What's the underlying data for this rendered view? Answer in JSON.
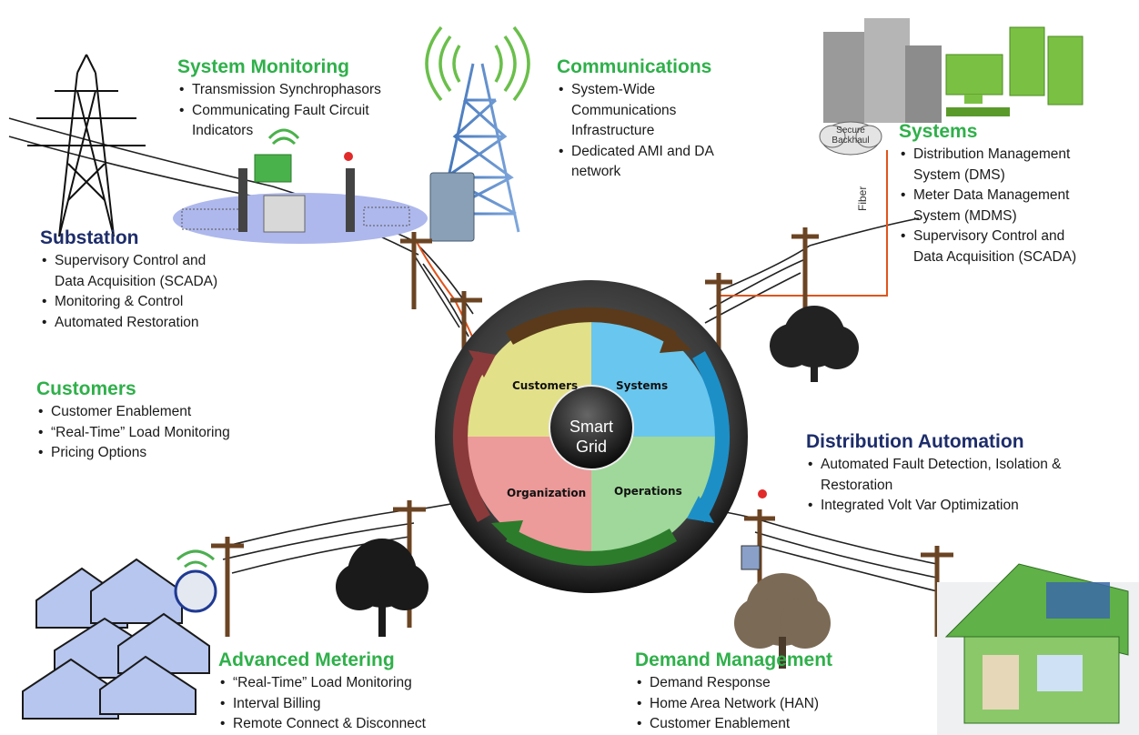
{
  "hub": {
    "center_line1": "Smart",
    "center_line2": "Grid",
    "quadrants": [
      "Customers",
      "Systems",
      "Organization",
      "Operations"
    ]
  },
  "labels": {
    "secure_backhaul": "Secure Backhaul",
    "fiber": "Fiber"
  },
  "sections": {
    "system_monitoring": {
      "title": "System Monitoring",
      "items": [
        "Transmission Synchrophasors",
        "Communicating Fault Circuit",
        "Indicators"
      ]
    },
    "communications": {
      "title": "Communications",
      "items": [
        "System-Wide",
        "Communications",
        "Infrastructure",
        "Dedicated AMI and DA",
        "network"
      ]
    },
    "systems": {
      "title": "Systems",
      "items": [
        "Distribution Management",
        "System (DMS)",
        "Meter Data Management",
        "System (MDMS)",
        "Supervisory Control and",
        "Data Acquisition (SCADA)"
      ]
    },
    "substation": {
      "title": "Substation",
      "items": [
        "Supervisory Control and",
        "Data Acquisition (SCADA)",
        "Monitoring & Control",
        "Automated Restoration"
      ]
    },
    "customers": {
      "title": "Customers",
      "items": [
        "Customer Enablement",
        "“Real-Time” Load Monitoring",
        "Pricing Options"
      ]
    },
    "distribution_automation": {
      "title": "Distribution Automation",
      "items": [
        "Automated Fault Detection, Isolation &",
        "Restoration",
        "Integrated Volt Var Optimization"
      ]
    },
    "advanced_metering": {
      "title": "Advanced Metering",
      "items": [
        "“Real-Time” Load Monitoring",
        "Interval Billing",
        "Remote Connect & Disconnect"
      ]
    },
    "demand_management": {
      "title": "Demand Management",
      "items": [
        "Demand Response",
        "Home Area Network (HAN)",
        "Customer Enablement"
      ]
    }
  },
  "colors": {
    "heading_green": "#2fb04a",
    "heading_navy": "#1d2d6b",
    "quadrant_customers": "#e3e08a",
    "quadrant_systems": "#69c6ee",
    "quadrant_organization": "#ec9a9a",
    "quadrant_operations": "#9fd89a"
  }
}
